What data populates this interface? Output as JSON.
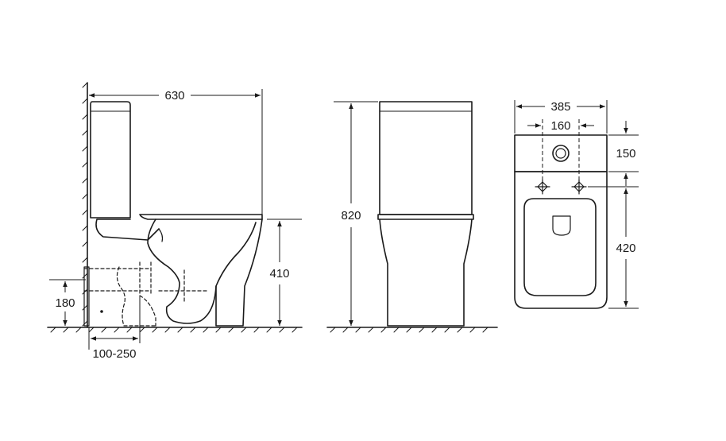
{
  "colors": {
    "line": "#1a1a1a",
    "background": "#ffffff"
  },
  "views": [
    {
      "name": "side",
      "dimensions": {
        "depth": "630",
        "height": "410",
        "outlet_height": "180",
        "wall_distance": "100-250"
      }
    },
    {
      "name": "front",
      "dimensions": {
        "total_height": "820"
      }
    },
    {
      "name": "top",
      "dimensions": {
        "width": "385",
        "fixing_centres": "160",
        "cistern_depth": "150",
        "bowl_length": "420"
      }
    }
  ]
}
